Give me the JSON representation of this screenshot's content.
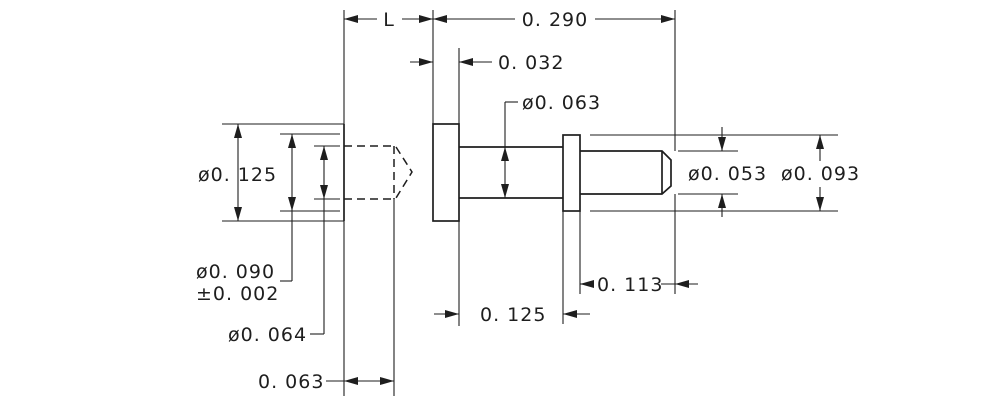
{
  "dimensions": {
    "length_L": "L",
    "overall_length": "0. 290",
    "head_thickness": "0. 032",
    "shank_diameter": "ø0. 063",
    "head_diameter": "ø0. 125",
    "tip_diameter": "ø0. 053",
    "collar_diameter": "ø0. 093",
    "hole_diameter": "ø0. 090",
    "hole_tolerance": "±0. 002",
    "drill_diameter": "ø0. 064",
    "tip_length": "0. 113",
    "shank_length": "0. 125",
    "hole_depth": "0. 063"
  }
}
